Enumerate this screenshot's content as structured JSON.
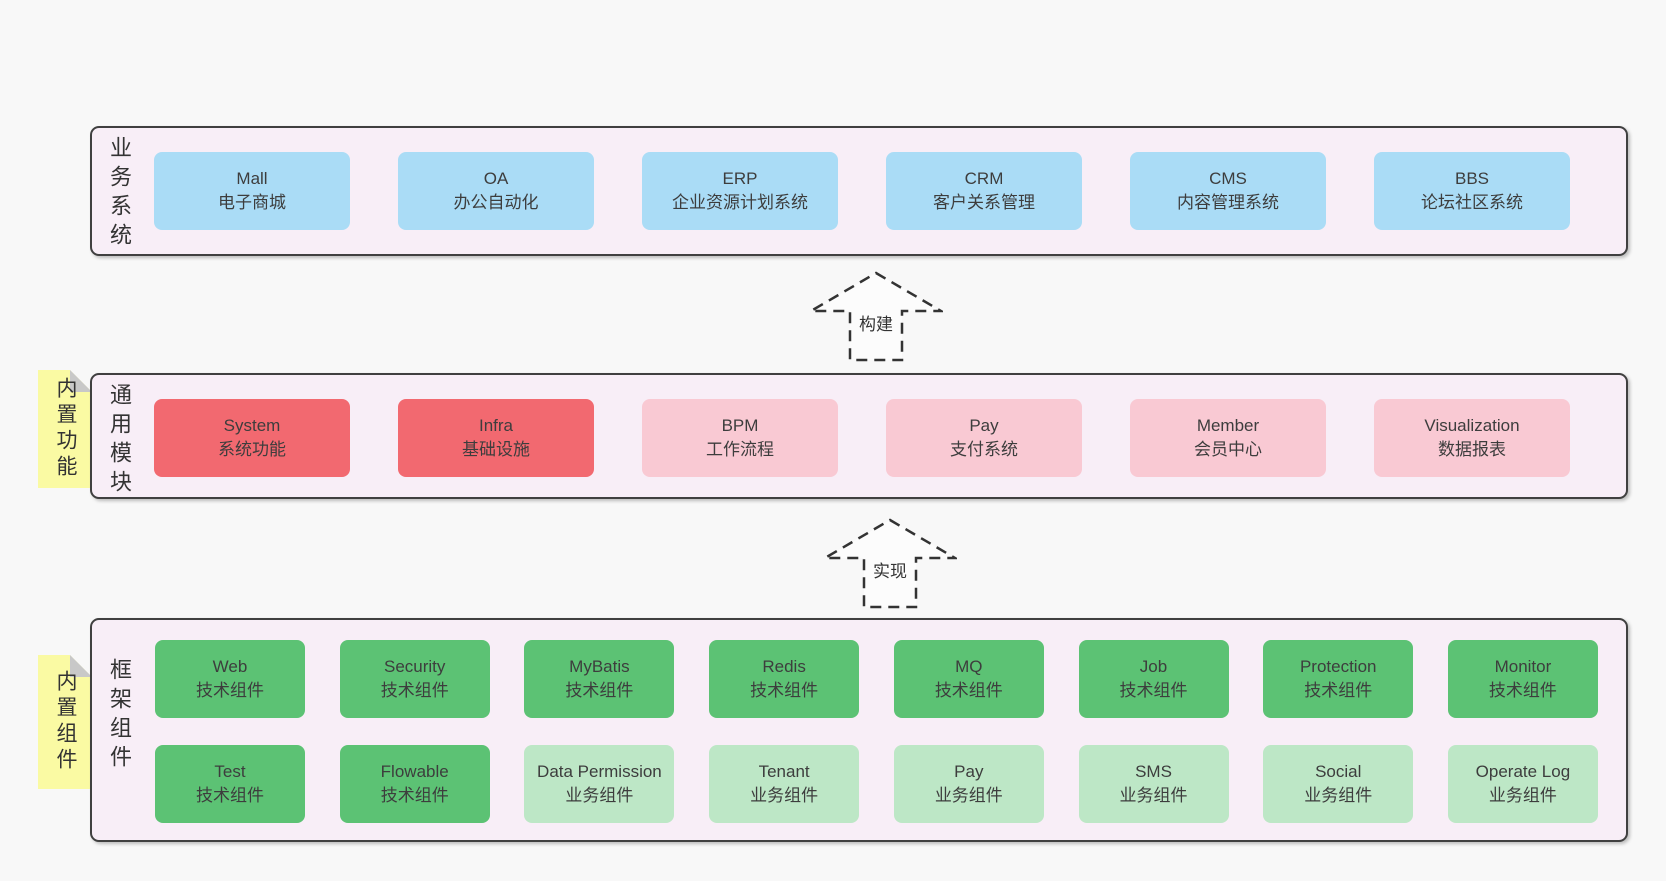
{
  "colors": {
    "page_bg": "#f8f8f8",
    "band_bg": "#f8eef7",
    "band_border": "#404040",
    "box_blue": "#aadcf6",
    "box_red": "#f26970",
    "box_pink": "#f9c9d3",
    "box_green": "#5cc274",
    "box_green_light": "#bde7c6",
    "note_yellow": "#fafaa3",
    "note_fold_gray": "#c8c8c8",
    "text": "#3d3d3d"
  },
  "bands": {
    "business": {
      "label": "业务系统",
      "boxes": [
        {
          "en": "Mall",
          "zh": "电子商城"
        },
        {
          "en": "OA",
          "zh": "办公自动化"
        },
        {
          "en": "ERP",
          "zh": "企业资源计划系统"
        },
        {
          "en": "CRM",
          "zh": "客户关系管理"
        },
        {
          "en": "CMS",
          "zh": "内容管理系统"
        },
        {
          "en": "BBS",
          "zh": "论坛社区系统"
        }
      ]
    },
    "modules": {
      "label": "通用模块",
      "note": "内置功能",
      "boxes": [
        {
          "en": "System",
          "zh": "系统功能",
          "variant": "red"
        },
        {
          "en": "Infra",
          "zh": "基础设施",
          "variant": "red"
        },
        {
          "en": "BPM",
          "zh": "工作流程",
          "variant": "pink"
        },
        {
          "en": "Pay",
          "zh": "支付系统",
          "variant": "pink"
        },
        {
          "en": "Member",
          "zh": "会员中心",
          "variant": "pink"
        },
        {
          "en": "Visualization",
          "zh": "数据报表",
          "variant": "pink"
        }
      ]
    },
    "components": {
      "label": "框架组件",
      "note": "内置组件",
      "row1": [
        {
          "en": "Web",
          "zh": "技术组件",
          "variant": "green"
        },
        {
          "en": "Security",
          "zh": "技术组件",
          "variant": "green"
        },
        {
          "en": "MyBatis",
          "zh": "技术组件",
          "variant": "green"
        },
        {
          "en": "Redis",
          "zh": "技术组件",
          "variant": "green"
        },
        {
          "en": "MQ",
          "zh": "技术组件",
          "variant": "green"
        },
        {
          "en": "Job",
          "zh": "技术组件",
          "variant": "green"
        },
        {
          "en": "Protection",
          "zh": "技术组件",
          "variant": "green"
        },
        {
          "en": "Monitor",
          "zh": "技术组件",
          "variant": "green"
        }
      ],
      "row2": [
        {
          "en": "Test",
          "zh": "技术组件",
          "variant": "green"
        },
        {
          "en": "Flowable",
          "zh": "技术组件",
          "variant": "green"
        },
        {
          "en": "Data Permission",
          "zh": "业务组件",
          "variant": "green-light"
        },
        {
          "en": "Tenant",
          "zh": "业务组件",
          "variant": "green-light"
        },
        {
          "en": "Pay",
          "zh": "业务组件",
          "variant": "green-light"
        },
        {
          "en": "SMS",
          "zh": "业务组件",
          "variant": "green-light"
        },
        {
          "en": "Social",
          "zh": "业务组件",
          "variant": "green-light"
        },
        {
          "en": "Operate Log",
          "zh": "业务组件",
          "variant": "green-light"
        }
      ]
    }
  },
  "arrows": [
    {
      "label": "构建"
    },
    {
      "label": "实现"
    }
  ]
}
